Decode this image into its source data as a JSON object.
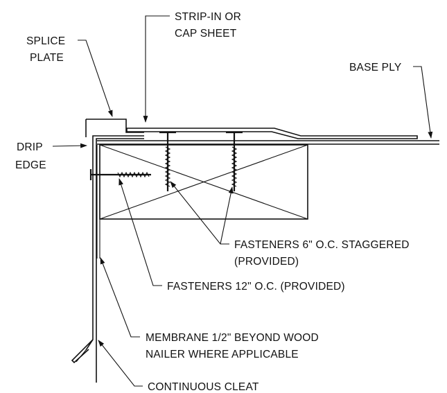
{
  "labels": {
    "strip_in_line1": "STRIP-IN OR",
    "strip_in_line2": "CAP SHEET",
    "splice_line1": "SPLICE",
    "splice_line2": "PLATE",
    "base_ply": "BASE PLY",
    "drip_line1": "DRIP",
    "drip_line2": "EDGE",
    "fasteners6_line1": "FASTENERS 6\" O.C. STAGGERED",
    "fasteners6_line2": "(PROVIDED)",
    "fasteners12": "FASTENERS 12\" O.C. (PROVIDED)",
    "membrane_line1": "MEMBRANE 1/2\" BEYOND WOOD",
    "membrane_line2": "NAILER WHERE APPLICABLE",
    "cleat": "CONTINUOUS CLEAT"
  },
  "colors": {
    "ink": "#111111",
    "background": "#ffffff"
  }
}
